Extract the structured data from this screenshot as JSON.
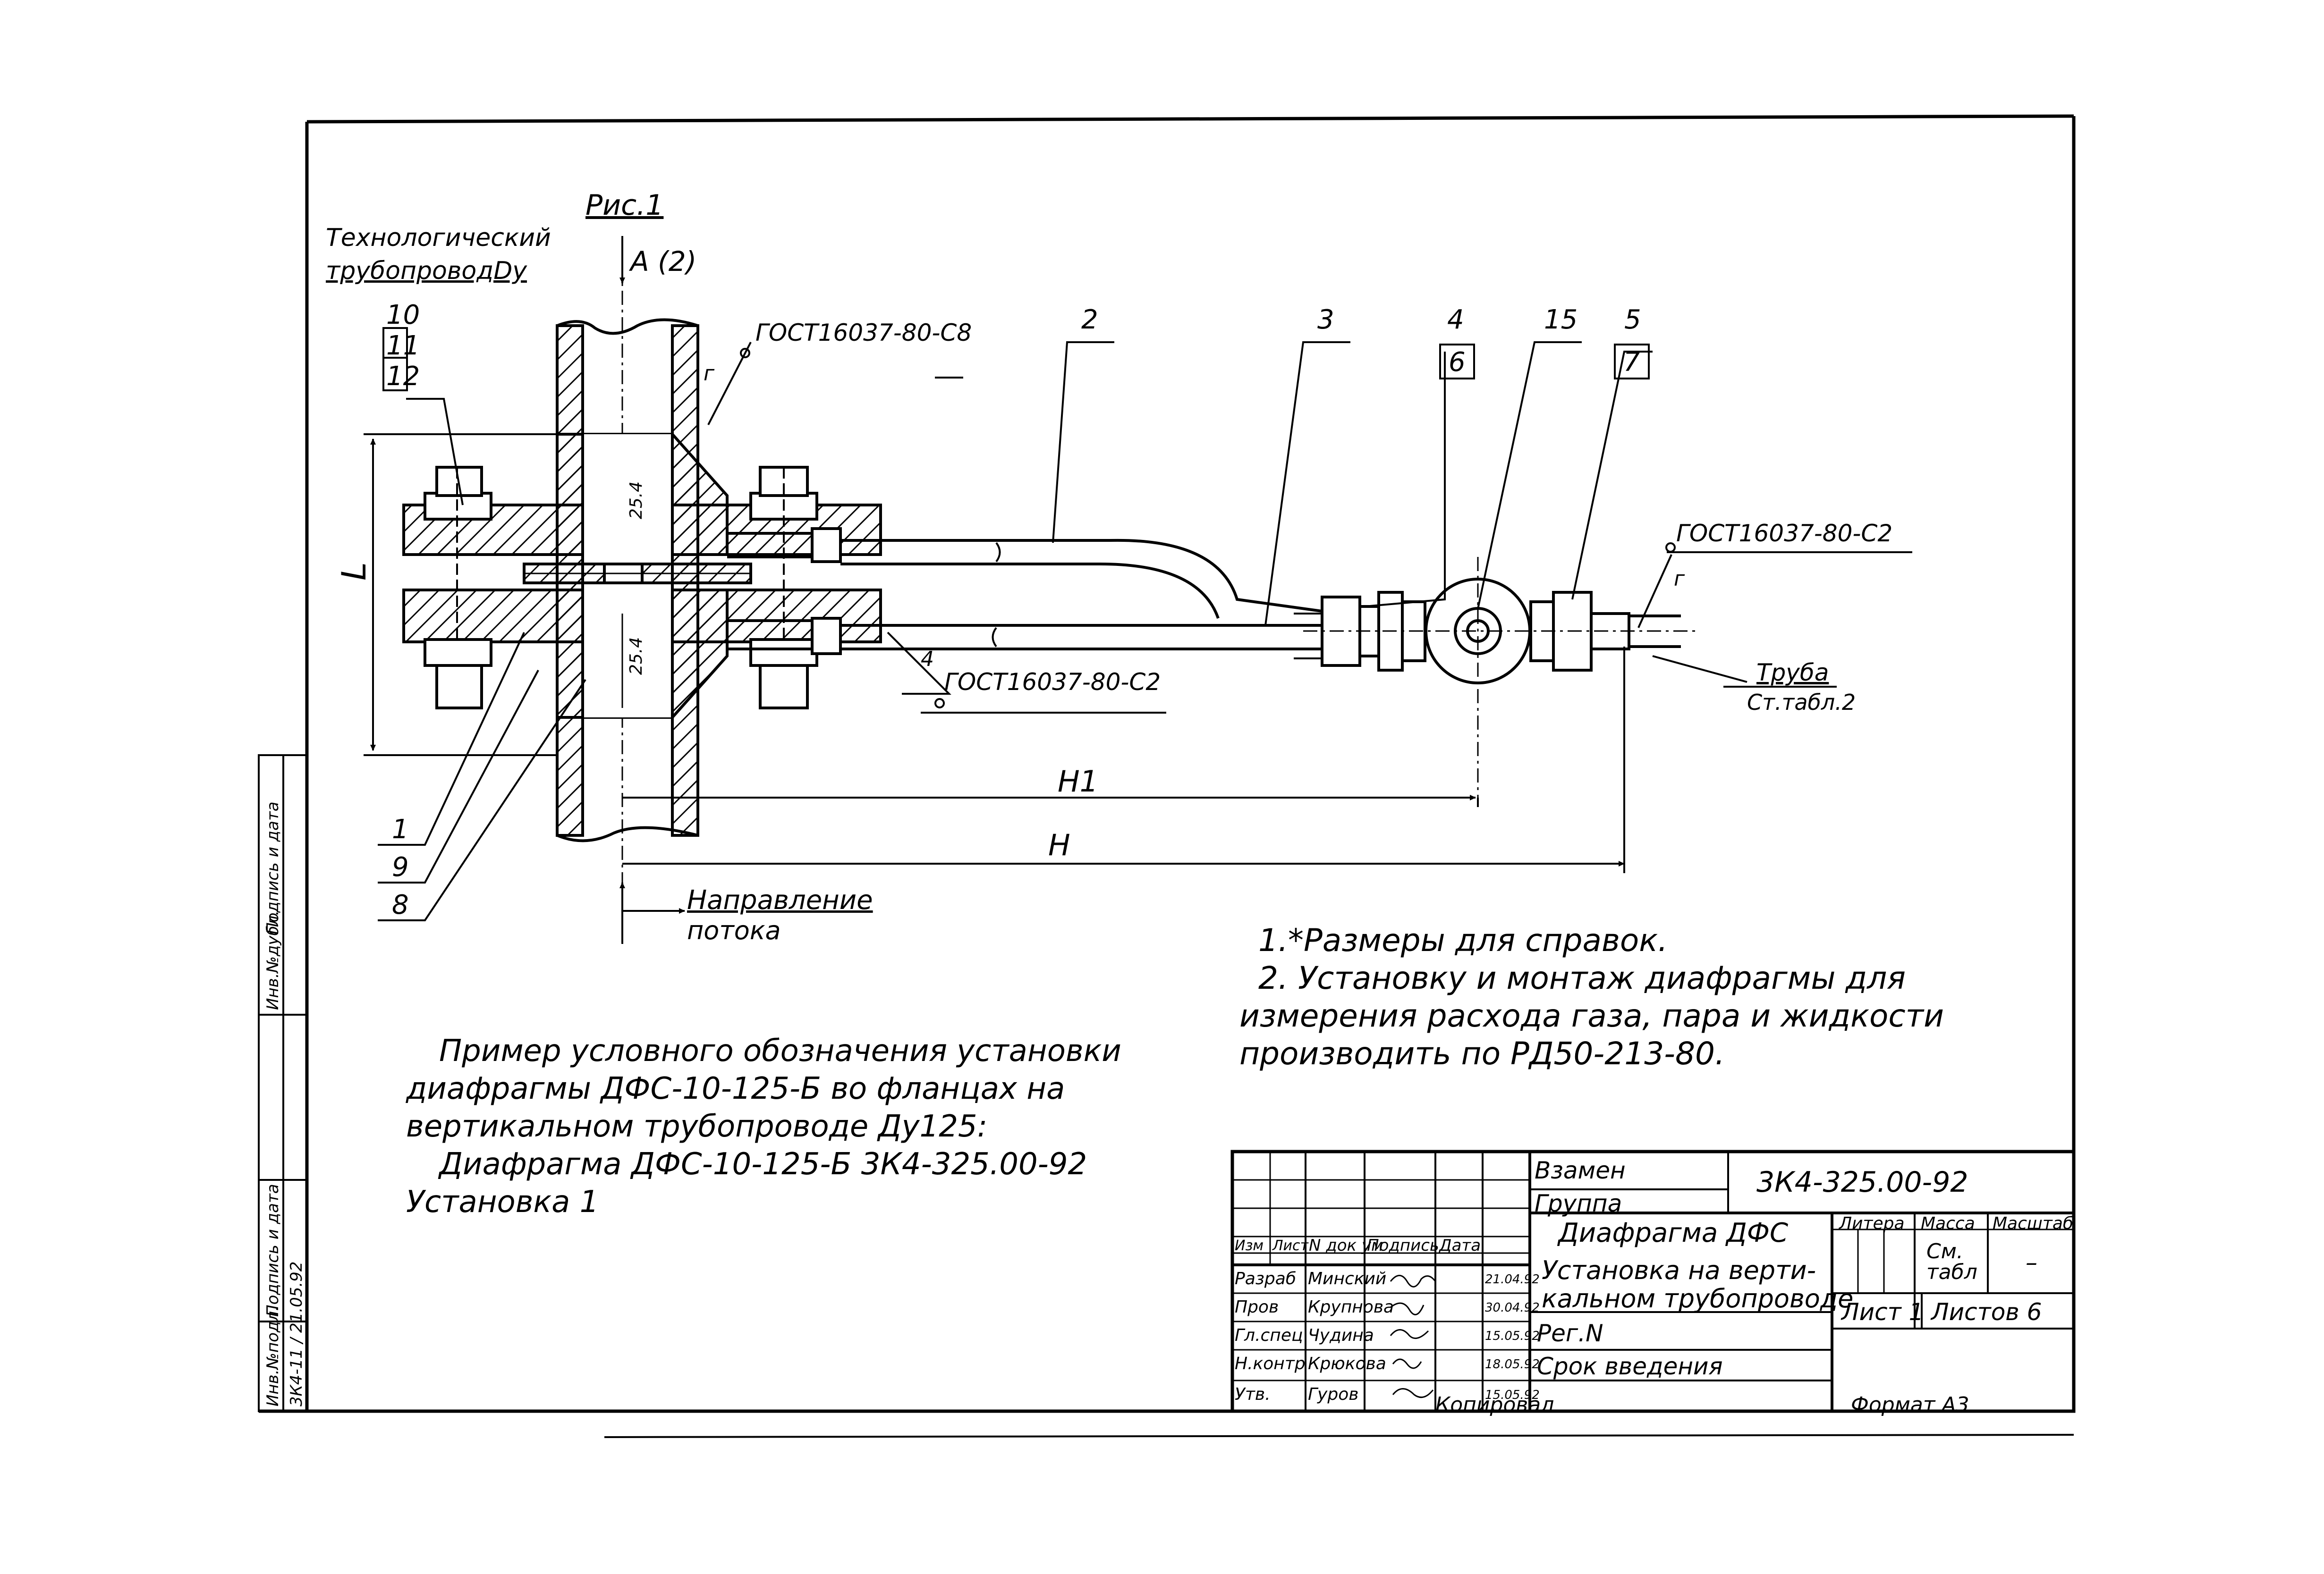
{
  "drawing": {
    "figure_title": "Рис.1",
    "pipeline_label_line1": "Технологический",
    "pipeline_label_line2": "трубопроводDy",
    "view_label": "А (2)",
    "weld_top": "ГОСТ16037-80-С8",
    "weld_bottom": "ГОСТ16037-80-С2",
    "weld_right": "ГОСТ16037-80-С2",
    "weld_leg": "4",
    "weld_mark": "г",
    "pos_10": "10",
    "pos_11": "11",
    "pos_12": "12",
    "pos_2": "2",
    "pos_3": "3",
    "pos_4": "4",
    "pos_6": "6",
    "pos_15": "15",
    "pos_5": "5",
    "pos_7": "7",
    "pos_1": "1",
    "pos_9": "9",
    "pos_8": "8",
    "dim_L": "L",
    "dim_25_top": "25.4",
    "dim_25_bot": "25.4",
    "dim_H1": "H1",
    "dim_H": "H",
    "pipe_line1": "Труба",
    "pipe_line2": "Ст.табл.2",
    "flow_line1": "Направление",
    "flow_line2": "потока"
  },
  "notes": {
    "n1": "1.*Размеры для справок.",
    "n2": "2. Установку и монтаж диафрагмы для",
    "n3": "измерения расхода газа, пара и жидкости",
    "n4": "производить по РД50-213-80."
  },
  "example": {
    "l1": "Пример условного обозначения установки",
    "l2": "диафрагмы ДФС-10-125-Б во фланцах на",
    "l3": "вертикальном трубопроводе Ду125:",
    "l4": "Диафрагма ДФС-10-125-Б 3К4-325.00-92",
    "l5": "Установка 1"
  },
  "side_stamp": {
    "inv_orig": "Инв.№подл.",
    "sign_date": "Подпись и дата",
    "inv_dup": "Инв.№дубл.",
    "value": "3К4-11 / 21.05.92"
  },
  "title_block": {
    "vzamen": "Взамен",
    "gruppa": "Группа",
    "code": "3К4-325.00-92",
    "name1": "Диафрагма ДФС",
    "name2": "Установка на верти-",
    "name3": "кальном трубопроводе",
    "reg": "Рег.N",
    "srok": "Срок введения",
    "h_izm": "Изм",
    "h_list": "Лист",
    "h_ndok": "N док ум",
    "h_podp": "Подпись",
    "h_data": "Дата",
    "r1_role": "Разраб",
    "r1_name": "Минский",
    "r1_date": "21.04.92",
    "r2_role": "Пров",
    "r2_name": "Крупнова",
    "r2_date": "30.04.92",
    "r3_role": "Гл.спец",
    "r3_name": "Чудина",
    "r3_date": "15.05.92",
    "r4_role": "Н.контр",
    "r4_name": "Крюкова",
    "r4_date": "18.05.92",
    "r5_role": "Утв.",
    "r5_name": "Гуров",
    "r5_date": "15.05.92",
    "litera": "Литера",
    "massa": "Масса",
    "masshtab": "Масштаб",
    "massa_val": "См. табл",
    "masshtab_val": "–",
    "sheet": "Лист 1",
    "sheets": "Листов 6",
    "copied": "Копировал",
    "format": "Формат А3"
  }
}
